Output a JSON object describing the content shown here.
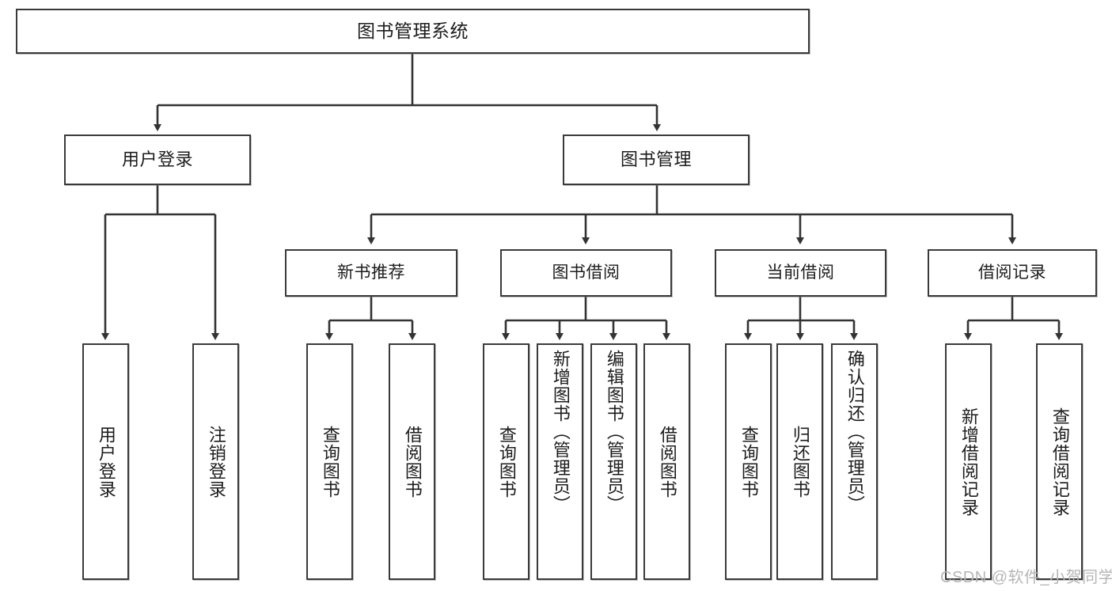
{
  "diagram": {
    "title": "图书管理系统",
    "watermark": "CSDN @软件_小贺同学",
    "colors": {
      "box_border": "#3a3a3a",
      "box_fill": "#ffffff",
      "connector": "#333333",
      "text": "#1c1c1c",
      "watermark": "#b6b6b6"
    },
    "root": {
      "label": "图书管理系统"
    },
    "level1": [
      {
        "label": "用户登录"
      },
      {
        "label": "图书管理"
      }
    ],
    "level2": [
      {
        "label": "新书推荐"
      },
      {
        "label": "图书借阅"
      },
      {
        "label": "当前借阅"
      },
      {
        "label": "借阅记录"
      }
    ],
    "leaves": {
      "user_login": [
        {
          "label": "用户登录"
        },
        {
          "label": "注销登录"
        }
      ],
      "new_book_recommend": [
        {
          "label": "查询图书"
        },
        {
          "label": "借阅图书"
        }
      ],
      "book_borrow": [
        {
          "label": "查询图书"
        },
        {
          "label": "新增图书（管理员）"
        },
        {
          "label": "编辑图书（管理员）"
        },
        {
          "label": "借阅图书"
        }
      ],
      "current_borrow": [
        {
          "label": "查询图书"
        },
        {
          "label": "归还图书"
        },
        {
          "label": "确认归还（管理员）"
        }
      ],
      "borrow_record": [
        {
          "label": "新增借阅记录"
        },
        {
          "label": "查询借阅记录"
        }
      ]
    }
  }
}
